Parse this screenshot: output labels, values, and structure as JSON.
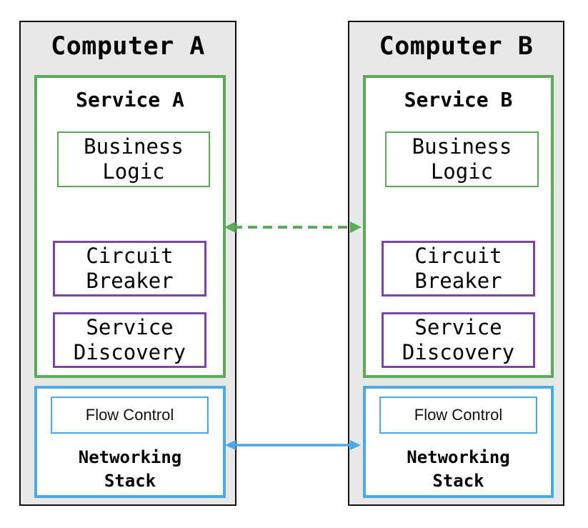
{
  "computers": [
    {
      "title": "Computer A",
      "service": {
        "title": "Service A",
        "business_logic": [
          "Business",
          "Logic"
        ],
        "circuit_breaker": [
          "Circuit",
          "Breaker"
        ],
        "service_discovery": [
          "Service",
          "Discovery"
        ]
      },
      "network": {
        "flow_control": "Flow Control",
        "label": [
          "Networking",
          "Stack"
        ]
      }
    },
    {
      "title": "Computer B",
      "service": {
        "title": "Service B",
        "business_logic": [
          "Business",
          "Logic"
        ],
        "circuit_breaker": [
          "Circuit",
          "Breaker"
        ],
        "service_discovery": [
          "Service",
          "Discovery"
        ]
      },
      "network": {
        "flow_control": "Flow Control",
        "label": [
          "Networking",
          "Stack"
        ]
      }
    }
  ],
  "colors": {
    "computer_bg": "#e8e8e8",
    "service_border": "#5aaa5a",
    "module_border": "#7a45a0",
    "network_border": "#4aa9e6",
    "outline": "#111111"
  }
}
